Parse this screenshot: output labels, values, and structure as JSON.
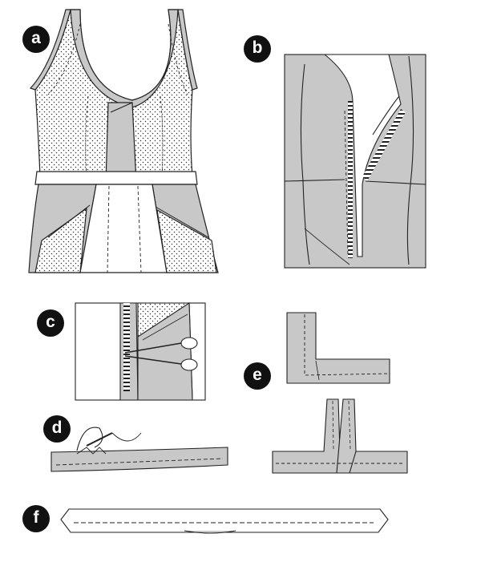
{
  "steps": [
    {
      "label": "a"
    },
    {
      "label": "b"
    },
    {
      "label": "c"
    },
    {
      "label": "d"
    },
    {
      "label": "e"
    },
    {
      "label": "f"
    }
  ],
  "colors": {
    "fabric": "#c8c8c8",
    "outline": "#222222",
    "badge": "#111111",
    "background": "#ffffff"
  }
}
